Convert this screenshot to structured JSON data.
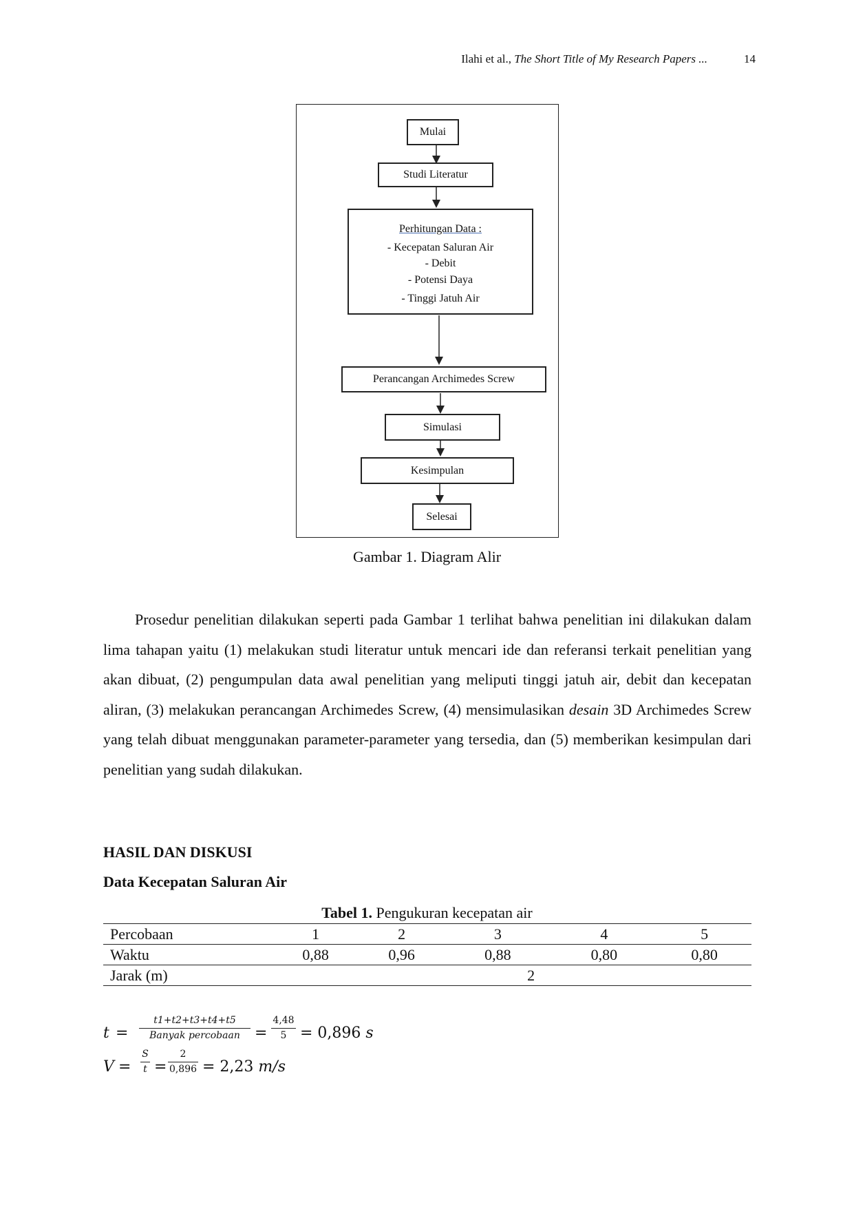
{
  "header": {
    "authors": "Ilahi et al.,",
    "short_title": "The Short Title of My Research Papers ...",
    "page_number": "14"
  },
  "figure": {
    "nodes": {
      "start": "Mulai",
      "literature": "Studi Literatur",
      "data_title": "Perhitungan Data :",
      "data_items": [
        "- Kecepatan Saluran Air",
        "- Debit",
        "- Potensi Daya",
        "- Tinggi Jatuh Air"
      ],
      "design": "Perancangan Archimedes Screw",
      "simulation": "Simulasi",
      "conclusion": "Kesimpulan",
      "end": "Selesai"
    },
    "caption": "Gambar 1. Diagram Alir"
  },
  "body": {
    "p1_a": "Prosedur penelitian dilakukan seperti pada Gambar 1 terlihat bahwa penelitian ini dilakukan dalam lima tahapan yaitu (1) melakukan studi literatur untuk mencari ide dan referansi terkait penelitian yang akan dibuat, (2) pengumpulan data awal penelitian yang meliputi tinggi jatuh air, debit dan kecepatan aliran, (3) melakukan perancangan Archimedes Screw, (4) mensimulasikan ",
    "p1_em": "desain",
    "p1_b": " 3D Archimedes Screw yang telah dibuat menggunakan parameter-parameter yang tersedia, dan (5) memberikan kesimpulan dari penelitian yang sudah dilakukan."
  },
  "section": {
    "heading": "HASIL DAN DISKUSI",
    "subheading": "Data Kecepatan Saluran Air"
  },
  "table": {
    "caption_bold": "Tabel 1.",
    "caption_text": " Pengukuran kecepatan air",
    "rows": {
      "trial_label": "Percobaan",
      "trials": [
        "1",
        "2",
        "3",
        "4",
        "5"
      ],
      "time_label": "Waktu",
      "times": [
        "0,88",
        "0,96",
        "0,88",
        "0,80",
        "0,80"
      ],
      "distance_label": "Jarak (m)",
      "distance": "2"
    }
  },
  "equations": {
    "eq1": {
      "lhs": "t",
      "eq": "=",
      "frac1_num": "t1+t2+t3+t4+t5",
      "frac1_den": "Banyak percobaan",
      "eq2": "=",
      "frac2_num": "4,48",
      "frac2_den": "5",
      "result": "= 0,896",
      "unit": "s"
    },
    "eq2": {
      "lhs": "V",
      "eq": "=",
      "frac1_num": "S",
      "frac1_den": "t",
      "eq2": "=",
      "frac2_num": "2",
      "frac2_den": "0,896",
      "result": "= 2,23",
      "unit": "m/s"
    }
  }
}
